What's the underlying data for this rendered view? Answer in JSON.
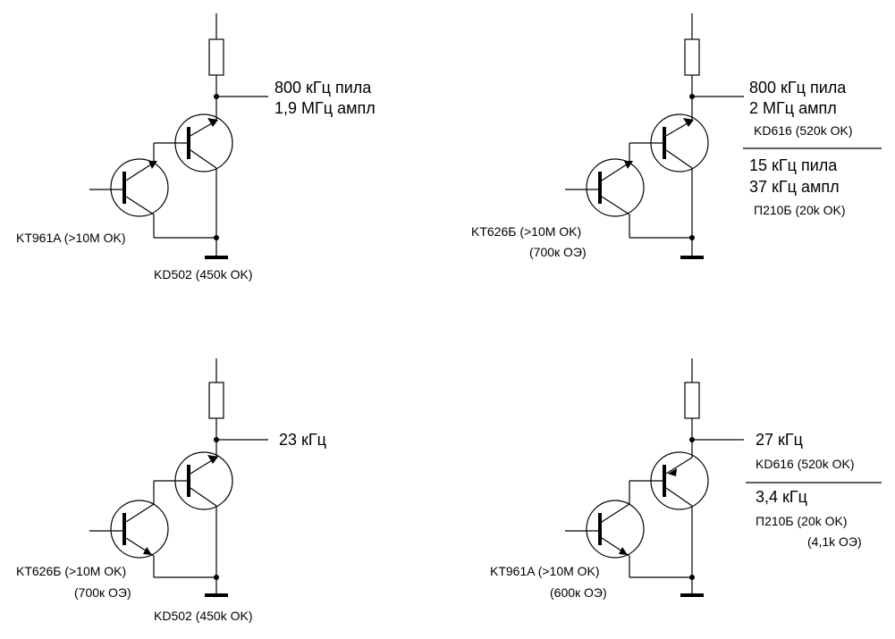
{
  "circuits": {
    "top_left": {
      "out_line1": "800 кГц пила",
      "out_line2": "1,9 МГц ампл",
      "q1_label": "KT961A (>10M OK)",
      "diode_label": "KD502 (450k OK)"
    },
    "top_right": {
      "out_line1": "800 кГц пила",
      "out_line2": "2 МГц ампл",
      "diode1_label": "KD616 (520k OK)",
      "out_line3": "15 кГц пила",
      "out_line4": "37 кГц ампл",
      "diode2_label": "П210Б (20k OK)",
      "q1_label": "KT626Б (>10M OK)",
      "q1_label2": "(700к ОЭ)"
    },
    "bottom_left": {
      "out_line1": "23 кГц",
      "q1_label": "KT626Б (>10M OK)",
      "q1_label2": "(700к ОЭ)",
      "diode_label": "KD502 (450k OK)"
    },
    "bottom_right": {
      "out_line1": "27 кГц",
      "diode1_label": "KD616 (520k OK)",
      "out_line2": "3,4 кГц",
      "diode2_label": "П210Б (20k OK)",
      "diode2_label2": "(4,1k ОЭ)",
      "q1_label": "KT961A (>10M OK)",
      "q1_label2": "(600к ОЭ)"
    }
  }
}
